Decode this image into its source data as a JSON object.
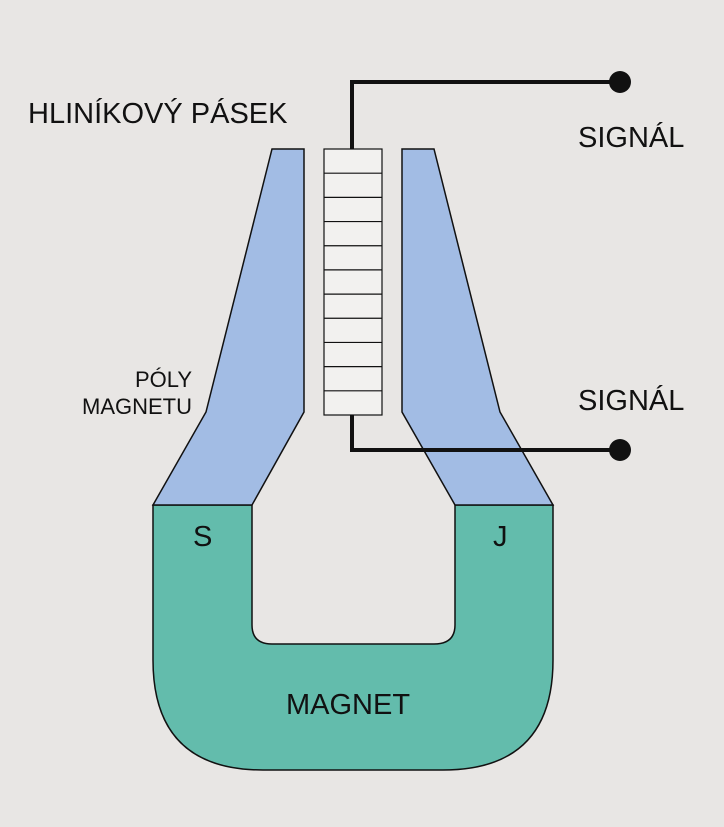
{
  "labels": {
    "tape": "HLINÍKOVÝ PÁSEK",
    "signal_top": "SIGNÁL",
    "signal_bottom": "SIGNÁL",
    "poles_line1": "PÓLY",
    "poles_line2": "MAGNETU",
    "pole_s": "S",
    "pole_j": "J",
    "magnet": "MAGNET"
  },
  "colors": {
    "background": "#e8e6e4",
    "pole_piece": "#a2bce4",
    "magnet": "#63bcac",
    "outline": "#111111",
    "tape_fill": "#f2f1ef"
  },
  "ribbon_segments": 11
}
